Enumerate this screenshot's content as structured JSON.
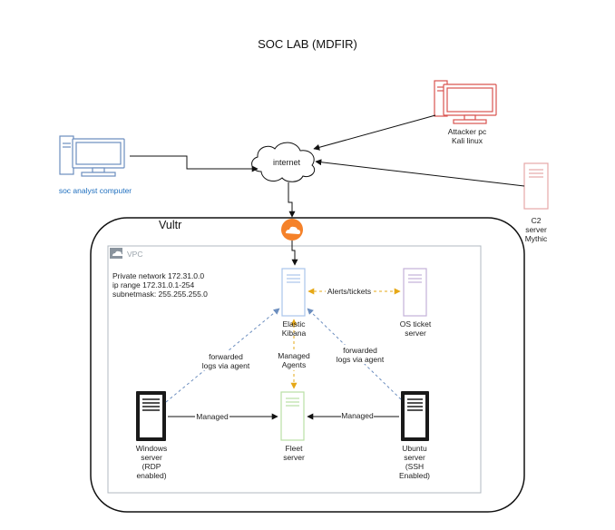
{
  "title": "SOC LAB (MDFIR)",
  "cloud_provider": "Vultr",
  "vpc_label": "VPC",
  "network_info": {
    "line1": "Private network 172.31.0.0",
    "line2": "ip range 172.31.0.1-254",
    "line3": "subnetmask: 255.255.255.0"
  },
  "nodes": {
    "internet": "internet",
    "attacker": {
      "line1": "Attacker pc",
      "line2": "Kali linux"
    },
    "soc_analyst": "soc analyst computer",
    "c2": {
      "line1": "C2",
      "line2": "server",
      "line3": "Mythic"
    },
    "elastic": {
      "line1": "Elastic",
      "line2": "Kibana"
    },
    "os_ticket": {
      "line1": "OS ticket",
      "line2": "server"
    },
    "fleet": {
      "line1": "Fleet",
      "line2": "server"
    },
    "windows": {
      "line1": "Windows",
      "line2": "server",
      "line3": "(RDP",
      "line4": "enabled)"
    },
    "ubuntu": {
      "line1": "Ubuntu",
      "line2": "server",
      "line3": "(SSH",
      "line4": "Enabled)"
    }
  },
  "edges": {
    "alerts": "Alerts/tickets",
    "managed_agents": {
      "line1": "Managed",
      "line2": "Agents"
    },
    "fwd_left": {
      "line1": "forwarded",
      "line2": "logs via agent"
    },
    "fwd_right": {
      "line1": "forwarded",
      "line2": "logs via agent"
    },
    "managed_left": "Managed",
    "managed_right": "Managed"
  },
  "colors": {
    "attacker": "#d9534f",
    "c2_border": "#e6a8a8",
    "soc_analyst": "#6c8ebf",
    "elastic": "#a9c4eb",
    "os_ticket": "#c3b1d8",
    "fleet": "#b9e0a5",
    "server_dark": "#1a1a1a",
    "internet_icon": "#f5822a",
    "alerts_line": "#e6a817",
    "forward_line": "#6c8ebf"
  }
}
